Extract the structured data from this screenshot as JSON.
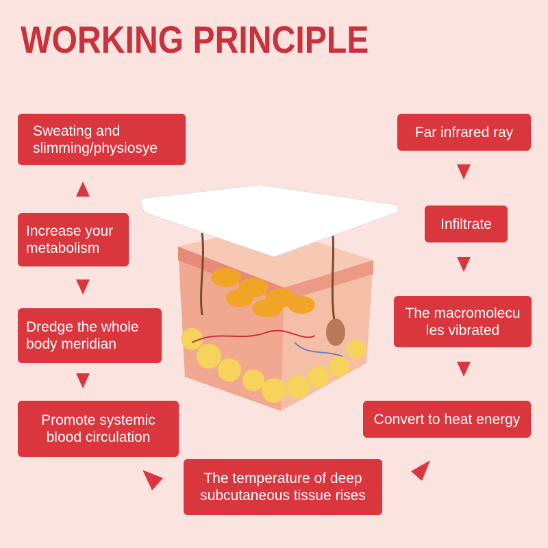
{
  "title": "WORKING PRINCIPLE",
  "colors": {
    "accent": "#d9363e",
    "title": "#c8323c",
    "background": "#fbe3df"
  },
  "left_steps": [
    "Sweating and\nslimming/physiosye",
    "Increase your\nmetabolism",
    "Dredge the whole\nbody meridian",
    "Promote systemic\nblood circulation"
  ],
  "right_steps": [
    "Far infrared ray",
    "Infiltrate",
    "The macromolecu\nles vibrated",
    "Convert to heat energy"
  ],
  "bottom_step": "The temperature of deep\nsubcutaneous tissue rises",
  "illustration": {
    "icon": "skin-layers-patch-illustration"
  }
}
